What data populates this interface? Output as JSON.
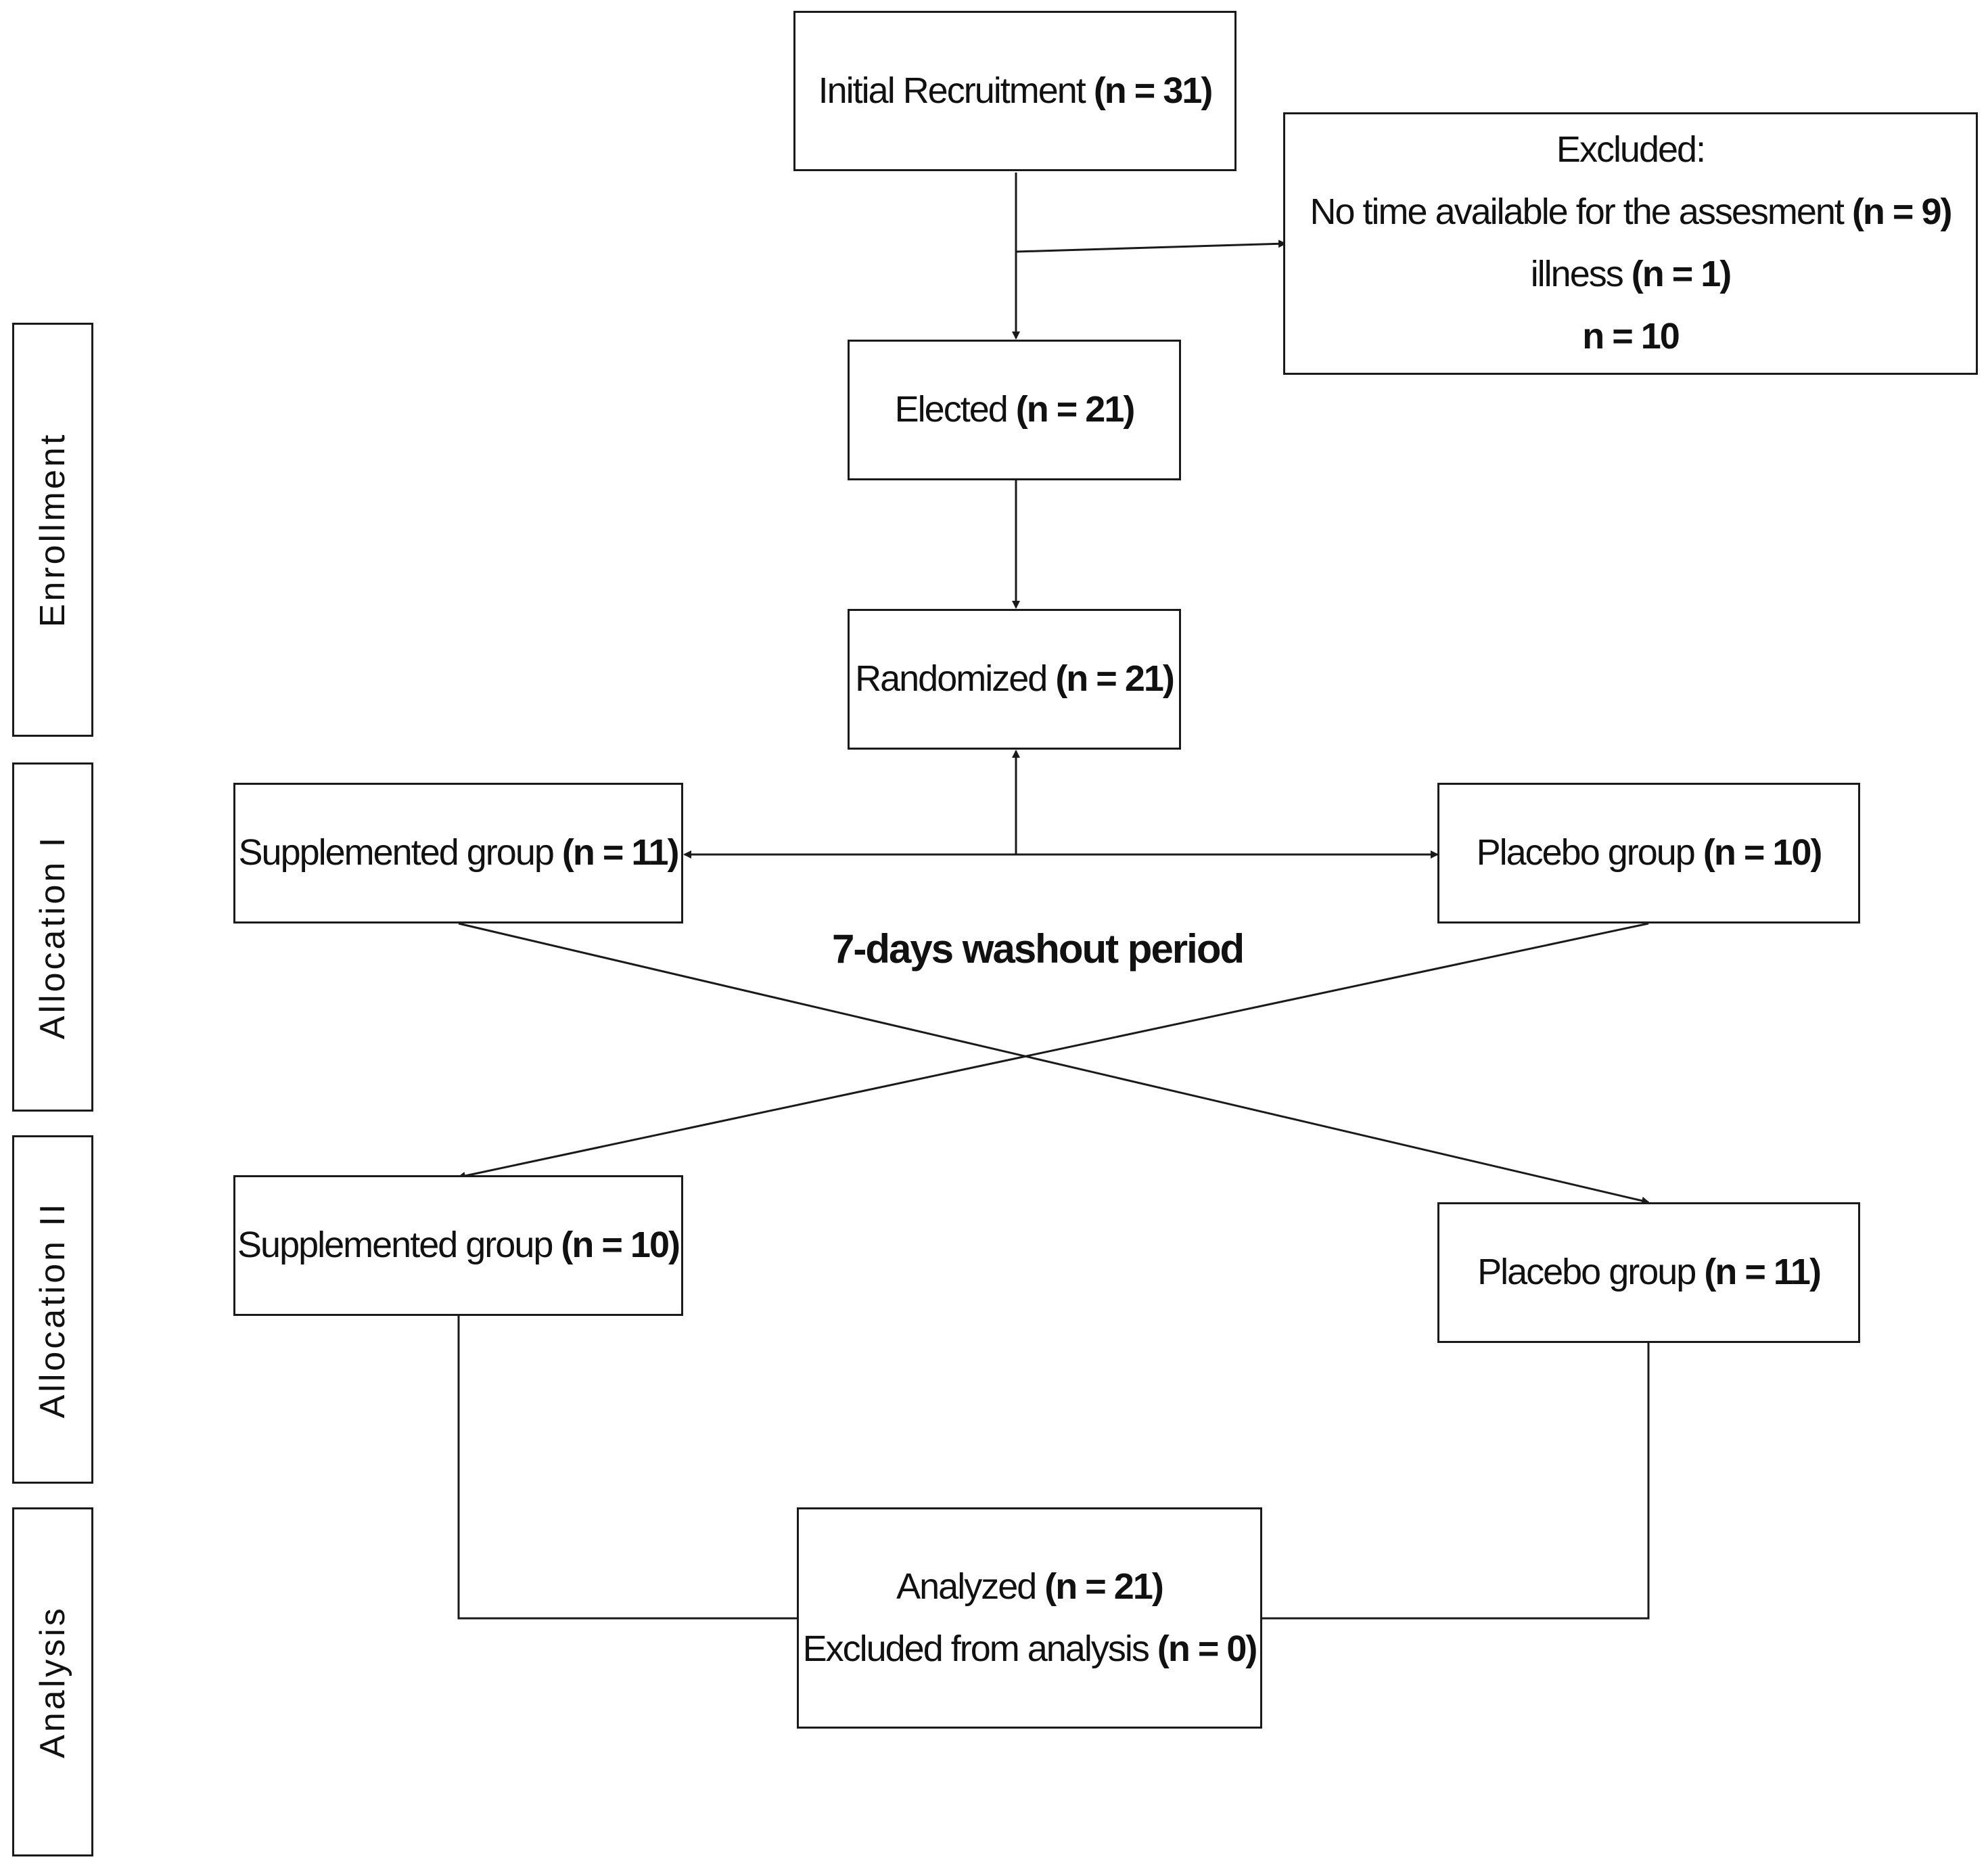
{
  "stages": [
    {
      "id": "enrollment",
      "label": "Enrollment"
    },
    {
      "id": "allocation-1",
      "label": "Allocation I"
    },
    {
      "id": "allocation-2",
      "label": "Allocation II"
    },
    {
      "id": "analysis",
      "label": "Analysis"
    }
  ],
  "boxes": {
    "initial": {
      "label": "Initial Recruitment",
      "n": "(n = 31)"
    },
    "excluded": {
      "title": "Excluded:",
      "reason1_label": "No time available for the assesment",
      "reason1_n": "(n = 9)",
      "reason2_label": "illness",
      "reason2_n": "(n = 1)",
      "total": "n = 10"
    },
    "elected": {
      "label": "Elected",
      "n": "(n = 21)"
    },
    "randomized": {
      "label": "Randomized",
      "n": "(n = 21)"
    },
    "supp1": {
      "label": "Supplemented group",
      "n": "(n = 11)"
    },
    "placebo1": {
      "label": "Placebo group",
      "n": "(n = 10)"
    },
    "supp2": {
      "label": "Supplemented group",
      "n": "(n = 10)"
    },
    "placebo2": {
      "label": "Placebo group",
      "n": "(n = 11)"
    },
    "analysis": {
      "line1_label": "Analyzed",
      "line1_n": "(n = 21)",
      "line2_label": "Excluded from analysis",
      "line2_n": "(n = 0)"
    }
  },
  "washout": "7-days washout period",
  "colors": {
    "line": "#1a1a1a",
    "text": "#111111",
    "background": "#ffffff"
  }
}
